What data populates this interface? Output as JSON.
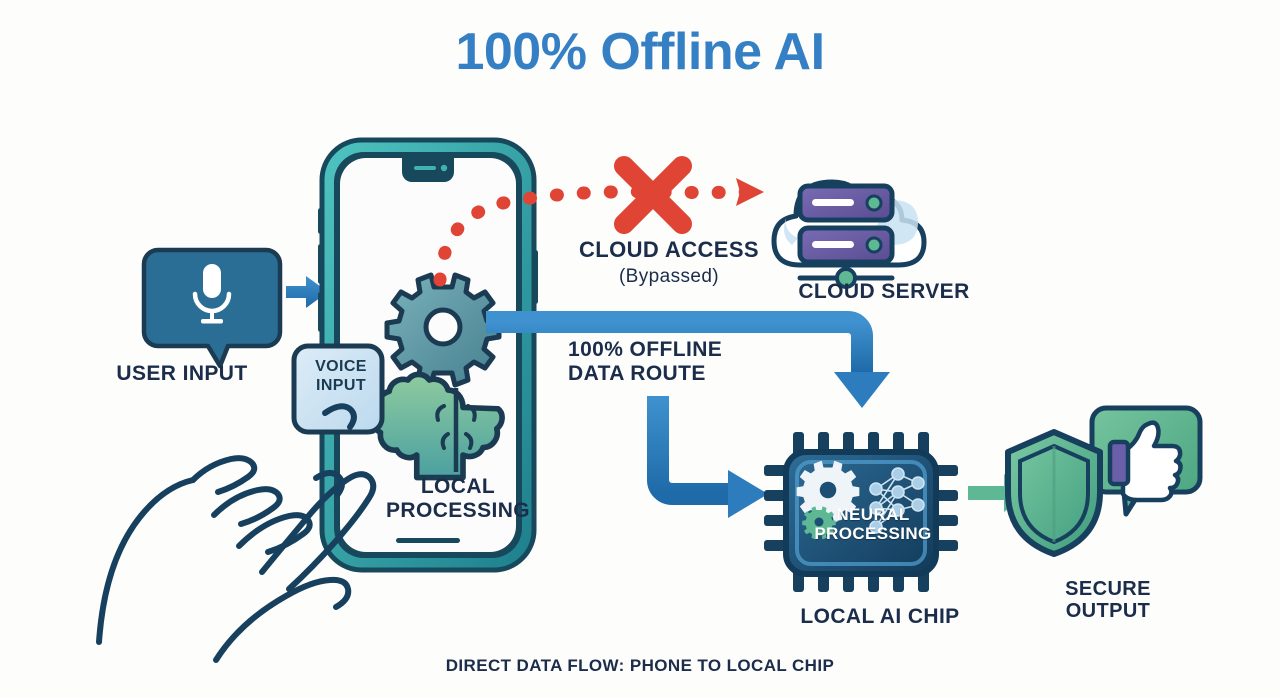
{
  "title": "100% Offline AI",
  "footer": "DIRECT DATA FLOW: PHONE TO LOCAL CHIP",
  "colors": {
    "background": "#fdfdfc",
    "title_blue": "#3580c4",
    "label_navy": "#1b2d4a",
    "arrow_blue": "#2d7cbd",
    "blocked_red": "#e04434",
    "server_purple": "#6b5ca5",
    "accent_green": "#5eb894",
    "phone_teal": "#3fb3ae",
    "phone_dark": "#17485c",
    "gear_teal": "#5f9fab",
    "brain_green": "#6cb98f",
    "chip_blue": "#1d4e74",
    "bubble_blue": "#2a6e96",
    "button_fill": "#cfe4f2"
  },
  "nodes": {
    "user_input": {
      "label": "USER INPUT",
      "icon": "microphone-icon"
    },
    "voice_button": {
      "label": "VOICE\nINPUT"
    },
    "cloud_access": {
      "label": "CLOUD ACCESS",
      "sublabel": "(Bypassed)",
      "icon": "red-x-icon"
    },
    "cloud_server": {
      "label": "CLOUD SERVER",
      "icon": "cloud-server-icon"
    },
    "data_route": {
      "label": "100% OFFLINE\nDATA ROUTE"
    },
    "local_processing": {
      "label": "LOCAL\nPROCESSING",
      "icons": [
        "gear-icon",
        "brain-icon"
      ]
    },
    "local_chip": {
      "label": "LOCAL AI CHIP",
      "chip_text": "NEURAL\nPROCESSING",
      "icons": [
        "gear-icon",
        "neural-network-icon"
      ]
    },
    "secure_output": {
      "label": "SECURE\nOUTPUT",
      "icons": [
        "shield-icon",
        "thumbs-up-icon"
      ]
    }
  },
  "flows": [
    {
      "from": "user_input",
      "to": "voice_button",
      "style": "solid-blue-arrow"
    },
    {
      "from": "phone",
      "to": "cloud_server",
      "style": "red-dotted-blocked"
    },
    {
      "from": "phone",
      "to": "local_chip",
      "style": "solid-blue-arrow"
    },
    {
      "from": "local_chip",
      "to": "secure_output",
      "style": "solid-green-arrow"
    }
  ]
}
